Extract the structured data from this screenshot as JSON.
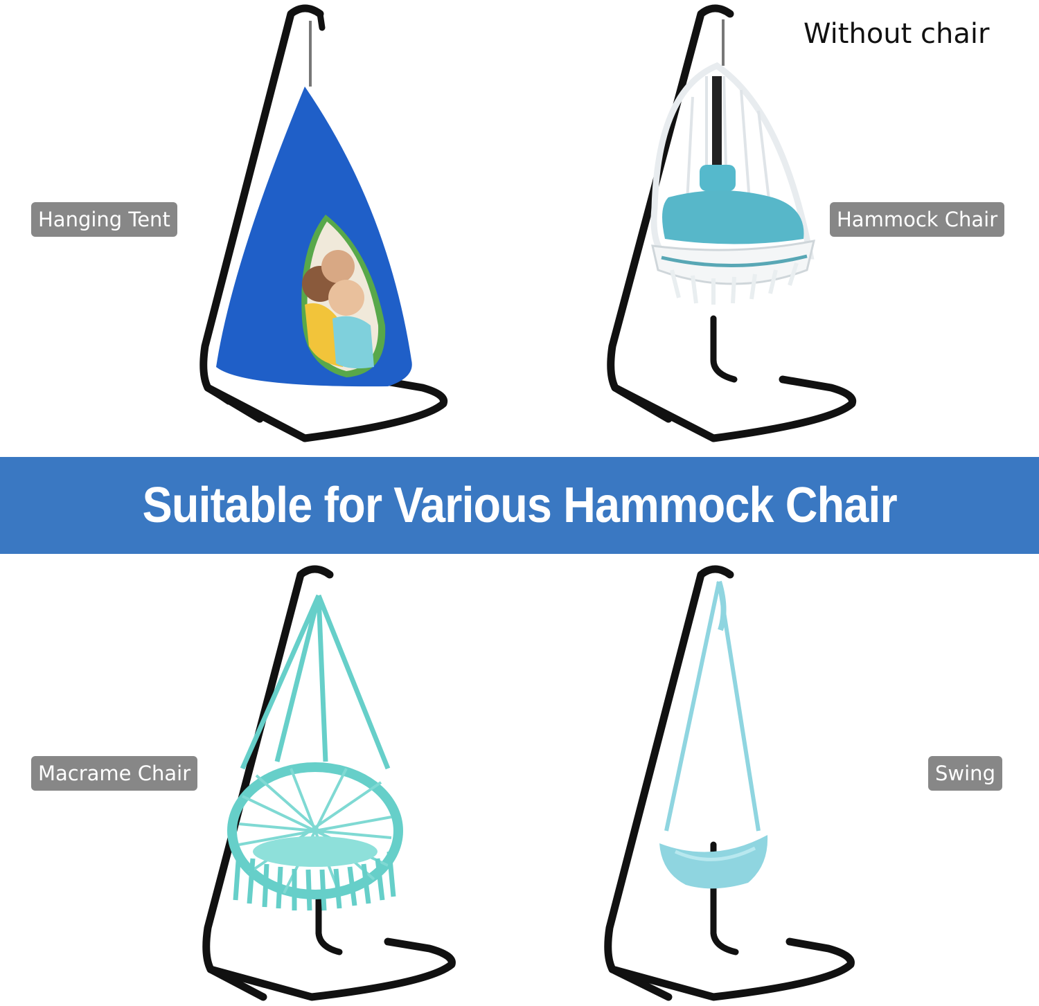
{
  "banner": {
    "title": "Suitable for Various Hammock Chair",
    "background_color": "#3a78c2"
  },
  "note": {
    "text": "Without chair"
  },
  "panels": [
    {
      "label": "Hanging Tent",
      "product": "hanging-tent",
      "accent_color": "#1f5fc8"
    },
    {
      "label": "Hammock Chair",
      "product": "egg-hammock-chair",
      "accent_color": "#57b7c9"
    },
    {
      "label": "Macrame Chair",
      "product": "macrame-chair",
      "accent_color": "#66cfc9"
    },
    {
      "label": "Swing",
      "product": "swing-seat",
      "accent_color": "#8fd5e0"
    }
  ],
  "colors": {
    "label_background": "#878787",
    "stand": "#111111"
  }
}
